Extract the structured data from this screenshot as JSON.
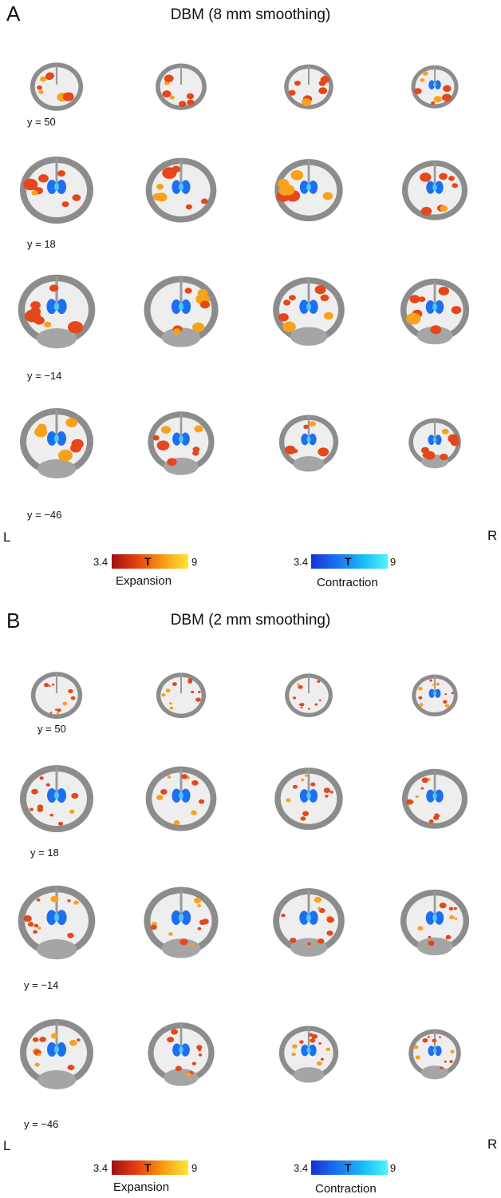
{
  "panels": [
    {
      "id": "A",
      "letter": "A",
      "title": "DBM (8 mm smoothing)",
      "slice_labels": [
        "y = 50",
        "y = 18",
        "y = −14",
        "y = −46"
      ],
      "left_label": "L",
      "right_label": "R",
      "expansion": {
        "min": "3.4",
        "mid": "T",
        "max": "9",
        "name": "Expansion"
      },
      "contraction": {
        "min": "3.4",
        "mid": "T",
        "max": "9",
        "name": "Contraction"
      }
    },
    {
      "id": "B",
      "letter": "B",
      "title": "DBM (2 mm smoothing)",
      "slice_labels": [
        "y = 50",
        "y = 18",
        "y = −14",
        "y = −46"
      ],
      "left_label": "L",
      "right_label": "R",
      "expansion": {
        "min": "3.4",
        "mid": "T",
        "max": "9",
        "name": "Expansion"
      },
      "contraction": {
        "min": "3.4",
        "mid": "T",
        "max": "9",
        "name": "Contraction"
      }
    }
  ],
  "colors": {
    "expansion_low": "#9c1212",
    "expansion_high": "#ffe633",
    "contraction_low": "#1234d6",
    "contraction_high": "#4ff5ff",
    "brain_gray": "#8c8c8c",
    "white_matter": "#f0f0f0"
  }
}
